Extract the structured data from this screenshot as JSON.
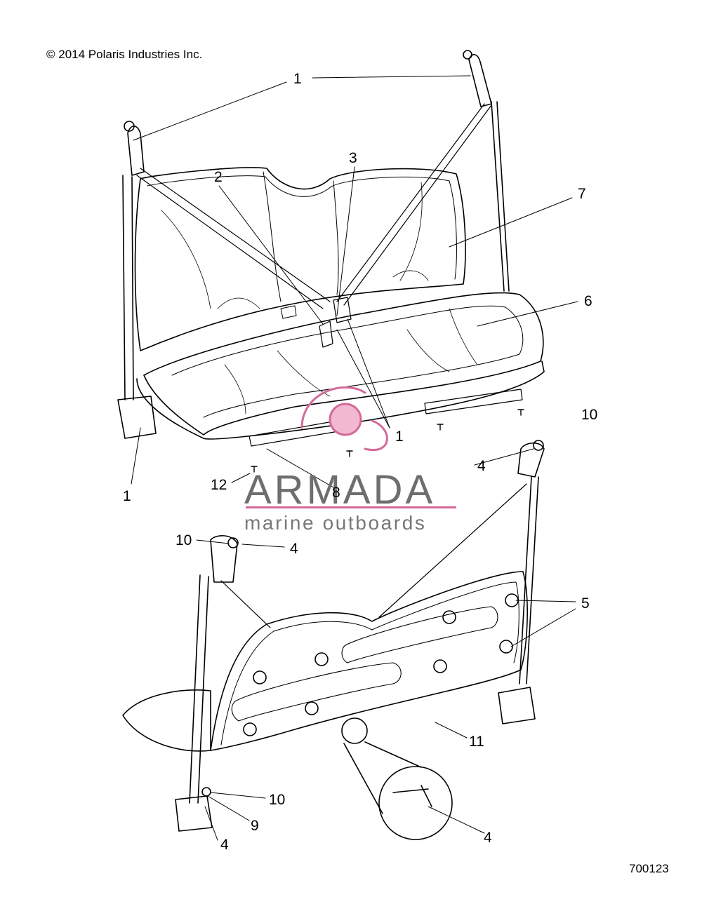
{
  "copyright": "© 2014 Polaris Industries Inc.",
  "figure_number": "700123",
  "watermark": {
    "brand": "ARMADA",
    "tagline": "marine outboards",
    "accent_color": "#d46a9a"
  },
  "callouts": [
    {
      "id": "c1a",
      "text": "1"
    },
    {
      "id": "c2",
      "text": "2"
    },
    {
      "id": "c3",
      "text": "3"
    },
    {
      "id": "c7",
      "text": "7"
    },
    {
      "id": "c6",
      "text": "6"
    },
    {
      "id": "c1b",
      "text": "1"
    },
    {
      "id": "c1c",
      "text": "1"
    },
    {
      "id": "c10a",
      "text": "10"
    },
    {
      "id": "c4a",
      "text": "4"
    },
    {
      "id": "c12",
      "text": "12"
    },
    {
      "id": "c8",
      "text": "8"
    },
    {
      "id": "c10b",
      "text": "10"
    },
    {
      "id": "c4b",
      "text": "4"
    },
    {
      "id": "c5",
      "text": "5"
    },
    {
      "id": "c11",
      "text": "11"
    },
    {
      "id": "c10c",
      "text": "10"
    },
    {
      "id": "c9",
      "text": "9"
    },
    {
      "id": "c4c",
      "text": "4"
    },
    {
      "id": "c4d",
      "text": "4"
    }
  ]
}
